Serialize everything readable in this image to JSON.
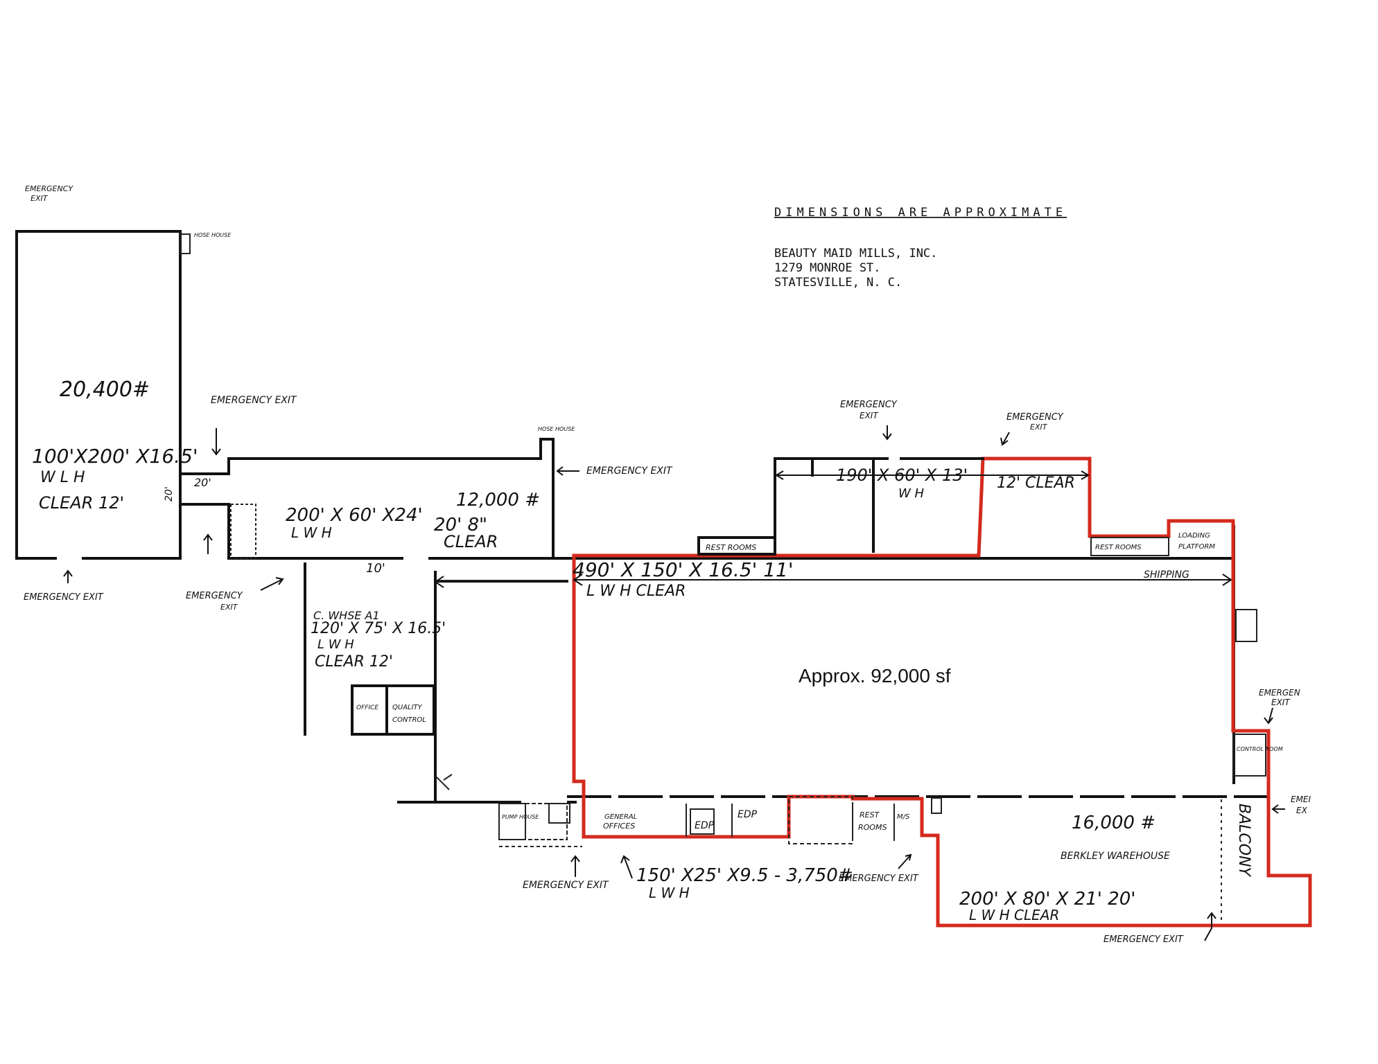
{
  "header": {
    "notice": "DIMENSIONS ARE APPROXIMATE",
    "company": "BEAUTY MAID MILLS, INC.",
    "street": "1279 MONROE ST.",
    "city": "STATESVILLE, N. C."
  },
  "left_building": {
    "area": "20,400#",
    "dims": "100'X200' X16.5'",
    "units": "W    L    H",
    "clear": "CLEAR 12'",
    "hose_house": "HOSE HOUSE"
  },
  "connector": {
    "w": "20'",
    "l": "20'"
  },
  "middle_building": {
    "dims": "200' X 60' X24'",
    "units": "L      W      H",
    "area": "12,000 #",
    "clear1": "20' 8\"",
    "clear2": "CLEAR",
    "hose_house": "HOSE HOUSE",
    "dim_10": "10'"
  },
  "whse_a1": {
    "name": "C. WHSE A1",
    "dims": "120' X 75' X 16.5'",
    "units": "L     W     H",
    "clear": "CLEAR 12'"
  },
  "small_rooms": {
    "office": "OFFICE",
    "quality1": "QUALITY",
    "quality2": "CONTROL",
    "pump": "PUMP HOUSE"
  },
  "main_building": {
    "dims": "490' X 150' X 16.5'  11'",
    "units": "L       W       H     CLEAR",
    "shipping": "SHIPPING",
    "approx": "Approx. 92,000 sf",
    "control_room": "CONTROL ROOM"
  },
  "top_annex": {
    "dims": "190' X 60' X 13'",
    "units": "W     H",
    "clear": "12' CLEAR",
    "rest_rooms": "REST ROOMS",
    "rest_rooms2": "REST   ROOMS",
    "loading": "LOADING",
    "platform": "PLATFORM"
  },
  "offices": {
    "general": "GENERAL",
    "offices": "OFFICES",
    "edp1": "EDP",
    "edp2": "EDP",
    "rest": "REST",
    "rooms": "ROOMS",
    "ms": "M/S",
    "dims": "150' X25' X9.5 - 3,750#",
    "units": "L     W     H"
  },
  "berkley": {
    "area": "16,000 #",
    "name": "BERKLEY WAREHOUSE",
    "dims": "200' X 80' X 21'   20'",
    "units": "L      W      H   CLEAR",
    "balcony": "BALCONY"
  },
  "exits": {
    "e1": "EMERGENCY EXIT",
    "e2": "EMERGENCY EXIT",
    "e3": "EMERGENCY EXIT",
    "e4": "EMERGENCY EXIT",
    "e5a": "EMERGENCY",
    "e5b": "EXIT",
    "e6": "EMERGENCY EXIT",
    "e7a": "EMERGENCY",
    "e7b": "EXIT",
    "e8a": "EMERGENCY",
    "e8b": "EXIT",
    "e9a": "EMERGEN",
    "e9b": "EXIT",
    "e10a": "EMEI",
    "e10b": "EX",
    "e11": "EMERGENCY EXIT",
    "e12": "EMERGENCY EXIT",
    "e13": "EMERGENCY EXIT"
  },
  "colors": {
    "outline": "#d42a1e",
    "ink": "#111111"
  }
}
